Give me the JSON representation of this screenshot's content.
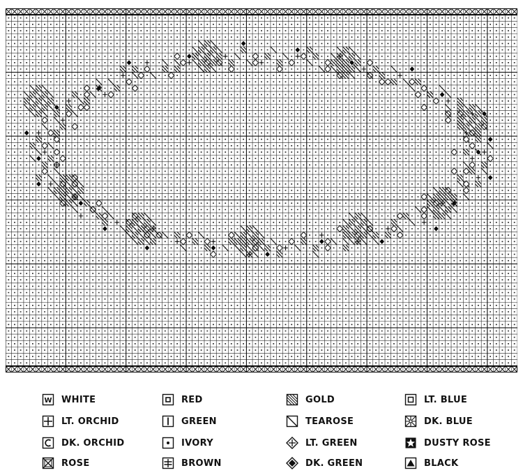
{
  "pattern": {
    "columns": 85,
    "rows": 57,
    "border_rows": 1,
    "motif": "oval-floral-wreath"
  },
  "legend": {
    "columns": [
      [
        {
          "symbol": "W-box",
          "label": "WHITE"
        },
        {
          "symbol": "plus-box",
          "label": "LT. ORCHID"
        },
        {
          "symbol": "c-box",
          "label": "DK. ORCHID"
        },
        {
          "symbol": "x-box",
          "label": "ROSE"
        }
      ],
      [
        {
          "symbol": "dot-square",
          "label": "RED"
        },
        {
          "symbol": "bar-box",
          "label": "GREEN"
        },
        {
          "symbol": "dot-box",
          "label": "IVORY"
        },
        {
          "symbol": "double-bar-box",
          "label": "BROWN"
        }
      ],
      [
        {
          "symbol": "hatch-box",
          "label": "GOLD"
        },
        {
          "symbol": "slash-box",
          "label": "TEAROSE"
        },
        {
          "symbol": "diamond-cross",
          "label": "LT. GREEN"
        },
        {
          "symbol": "filled-diamond",
          "label": "DK. GREEN"
        }
      ],
      [
        {
          "symbol": "square-in-box",
          "label": "LT. BLUE"
        },
        {
          "symbol": "star-box",
          "label": "DK. BLUE"
        },
        {
          "symbol": "star",
          "label": "DUSTY ROSE"
        },
        {
          "symbol": "triangle-box",
          "label": "BLACK"
        }
      ]
    ]
  }
}
